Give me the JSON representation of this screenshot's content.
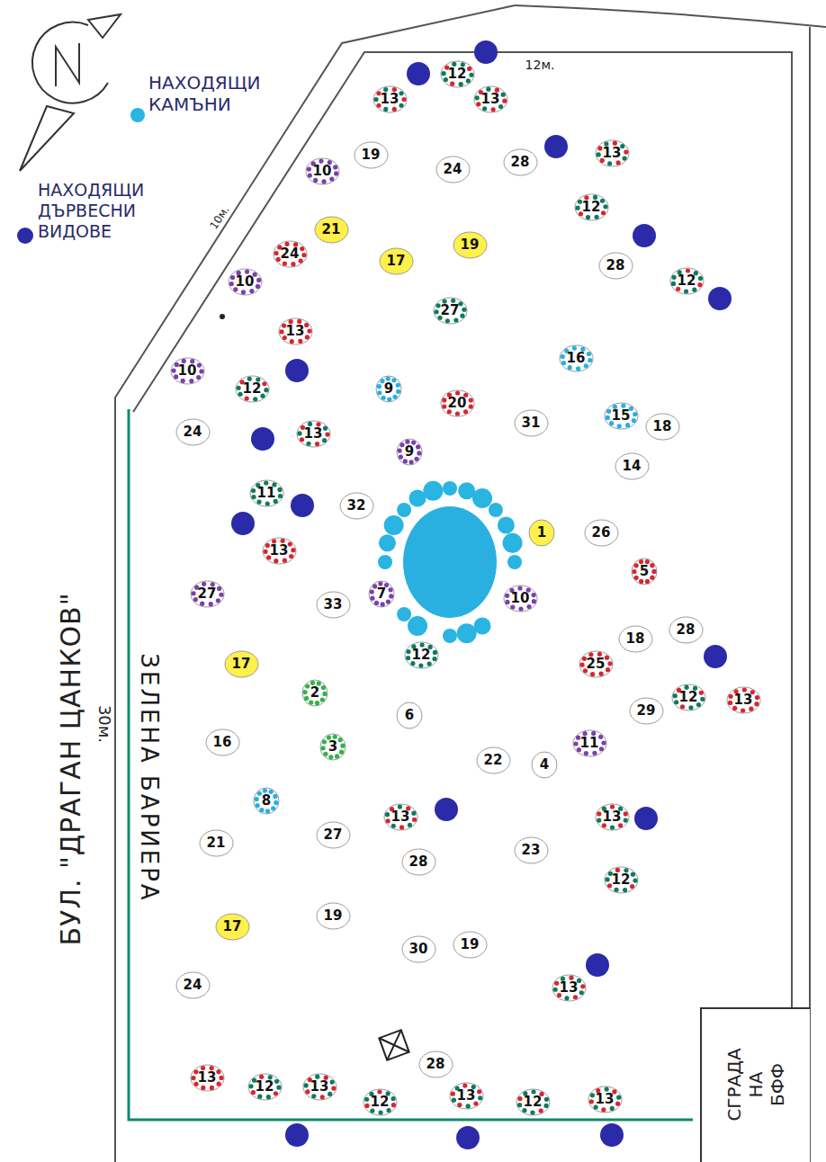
{
  "diagram": {
    "nodes": [
      {
        "text": [
          "13"
        ]
      },
      {
        "text": [
          "12"
        ]
      },
      {
        "text": [
          "13"
        ]
      },
      {
        "text": [
          "10"
        ]
      },
      {
        "text": [
          "19"
        ]
      },
      {
        "text": [
          "24"
        ]
      },
      {
        "text": [
          "28"
        ]
      },
      {
        "text": [
          "13"
        ]
      },
      {
        "text": [
          "12"
        ]
      },
      {
        "text": [
          "21"
        ]
      },
      {
        "text": [
          "24"
        ]
      },
      {
        "text": [
          "17"
        ]
      },
      {
        "text": [
          "19"
        ]
      },
      {
        "text": [
          "28"
        ]
      },
      {
        "text": [
          "12"
        ]
      },
      {
        "text": [
          "10"
        ]
      },
      {
        "text": [
          "27"
        ]
      },
      {
        "text": [
          "13"
        ]
      },
      {
        "text": [
          "10"
        ]
      },
      {
        "text": [
          "12"
        ]
      },
      {
        "text": [
          "16"
        ]
      },
      {
        "text": [
          "9"
        ]
      },
      {
        "text": [
          "20"
        ]
      },
      {
        "text": [
          "31"
        ]
      },
      {
        "text": [
          "15"
        ]
      },
      {
        "text": [
          "18"
        ]
      },
      {
        "text": [
          "24"
        ]
      },
      {
        "text": [
          "13"
        ]
      },
      {
        "text": [
          "9"
        ]
      },
      {
        "text": [
          "14"
        ]
      },
      {
        "text": [
          "11"
        ]
      },
      {
        "text": [
          "32"
        ]
      },
      {
        "text": [
          "1"
        ]
      },
      {
        "text": [
          "26"
        ]
      },
      {
        "text": [
          "13"
        ]
      },
      {
        "text": [
          "5"
        ]
      },
      {
        "text": [
          "27"
        ]
      },
      {
        "text": [
          "33"
        ]
      },
      {
        "text": [
          "7"
        ]
      },
      {
        "text": [
          "10"
        ]
      },
      {
        "text": [
          "12"
        ]
      },
      {
        "text": [
          "28"
        ]
      },
      {
        "text": [
          "18"
        ]
      },
      {
        "text": [
          "25"
        ]
      },
      {
        "text": [
          "17"
        ]
      },
      {
        "text": [
          "2"
        ]
      },
      {
        "text": [
          "12"
        ]
      },
      {
        "text": [
          "6"
        ]
      },
      {
        "text": [
          "29"
        ]
      },
      {
        "text": [
          "13"
        ]
      },
      {
        "text": [
          "16"
        ]
      },
      {
        "text": [
          "3"
        ]
      },
      {
        "text": [
          "11"
        ]
      },
      {
        "text": [
          "22"
        ]
      },
      {
        "text": [
          "4"
        ]
      },
      {
        "text": [
          "8"
        ]
      },
      {
        "text": [
          "13"
        ]
      },
      {
        "text": [
          "13"
        ]
      },
      {
        "text": [
          "21"
        ]
      },
      {
        "text": [
          "27"
        ]
      },
      {
        "text": [
          "23"
        ]
      },
      {
        "text": [
          "28"
        ]
      },
      {
        "text": [
          "12"
        ]
      },
      {
        "text": [
          "19"
        ]
      },
      {
        "text": [
          "17"
        ]
      },
      {
        "text": [
          "19"
        ]
      },
      {
        "text": [
          "30"
        ]
      },
      {
        "text": [
          "24"
        ]
      },
      {
        "text": [
          "13"
        ]
      },
      {
        "text": [
          "28"
        ]
      },
      {
        "text": [
          "13"
        ]
      },
      {
        "text": [
          "12"
        ]
      },
      {
        "text": [
          "13"
        ]
      },
      {
        "text": [
          "13"
        ]
      },
      {
        "text": [
          "12"
        ]
      },
      {
        "text": [
          "12"
        ]
      },
      {
        "text": [
          "13"
        ]
      },
      {
        "text": [
          "СГРАДА НА БФФ"
        ]
      }
    ],
    "labels": [
      "12м.",
      "10м.",
      "30м.",
      "ЗЕЛЕНА БАРИЕРА",
      "БУЛ. \"ДРАГАН ЦАНКОВ\""
    ],
    "legend": [
      {
        "text": "НАХОДЯЩИ КАМЪНИ",
        "color": "#29b4e2"
      },
      {
        "text": "НАХОДЯЩИ ДЪРВЕСНИ ВИДОВЕ",
        "color": "#2b2aa8"
      }
    ]
  }
}
